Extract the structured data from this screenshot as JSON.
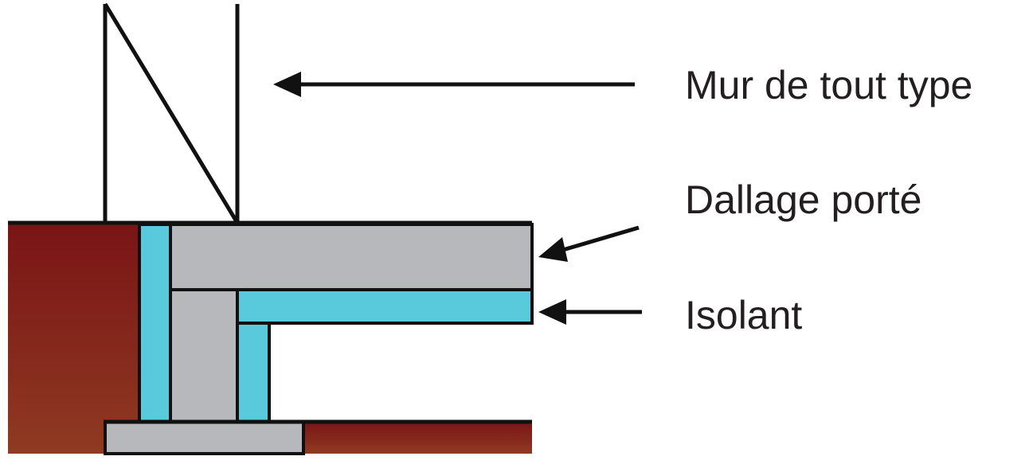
{
  "labels": {
    "wall": "Mur de tout type",
    "slab": "Dallage porté",
    "insulation": "Isolant"
  },
  "colors": {
    "soil_dark": "#7a1416",
    "soil_light": "#8f3a22",
    "concrete": "#b7b8bb",
    "insulation": "#59c9dc",
    "stroke": "#111111"
  }
}
